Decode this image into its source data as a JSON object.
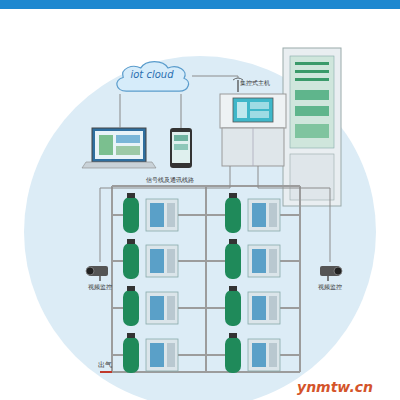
{
  "diagram": {
    "nodes": [
      {
        "text": [
          "iot cloud"
        ]
      },
      {
        "text": [
          "集控式主机"
        ]
      },
      {
        "text": [
          "视频监控"
        ]
      },
      {
        "text": [
          "视频监控"
        ]
      }
    ],
    "edges": [
      {
        "from": 0,
        "to": 1,
        "arrow": "none"
      },
      {
        "from": 1,
        "to": 2,
        "arrow": "none"
      },
      {
        "from": 1,
        "to": 3,
        "arrow": "none"
      }
    ],
    "labels": [
      "信号线及通讯线路",
      "出气",
      "ynmtw.cn"
    ]
  }
}
